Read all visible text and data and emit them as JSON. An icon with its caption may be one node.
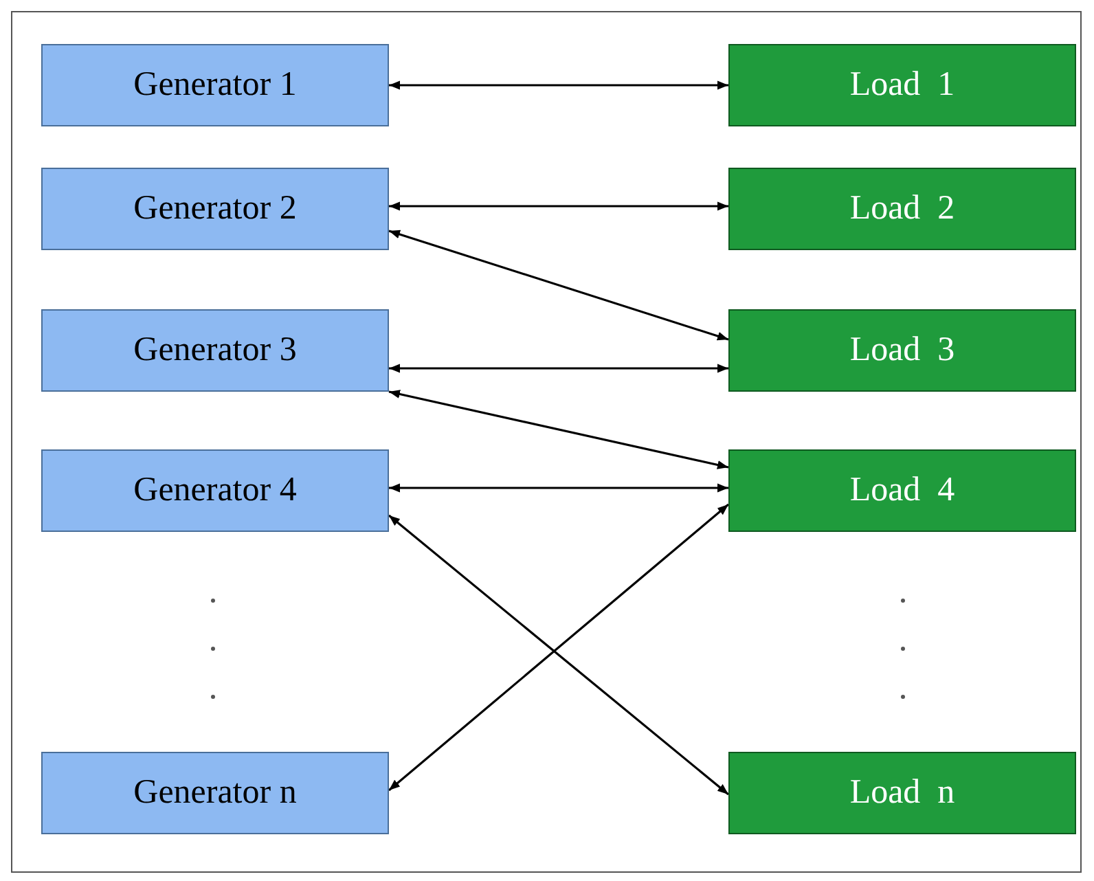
{
  "diagram": {
    "nodes": [
      {
        "text": [
          "Generator 1"
        ]
      },
      {
        "text": [
          "Generator 2"
        ]
      },
      {
        "text": [
          "Generator 3"
        ]
      },
      {
        "text": [
          "Generator 4"
        ]
      },
      {
        "text": [
          "Generator n"
        ]
      },
      {
        "text": [
          "Load  1"
        ]
      },
      {
        "text": [
          "Load  2"
        ]
      },
      {
        "text": [
          "Load  3"
        ]
      },
      {
        "text": [
          "Load  4"
        ]
      },
      {
        "text": [
          "Load  n"
        ]
      }
    ],
    "edges": [
      {
        "from": 0,
        "to": 5,
        "arrow": "both"
      },
      {
        "from": 1,
        "to": 6,
        "arrow": "both"
      },
      {
        "from": 1,
        "to": 7,
        "arrow": "both"
      },
      {
        "from": 2,
        "to": 7,
        "arrow": "both"
      },
      {
        "from": 2,
        "to": 8,
        "arrow": "both"
      },
      {
        "from": 3,
        "to": 8,
        "arrow": "both"
      },
      {
        "from": 3,
        "to": 9,
        "arrow": "both"
      },
      {
        "from": 4,
        "to": 8,
        "arrow": "both"
      }
    ]
  }
}
